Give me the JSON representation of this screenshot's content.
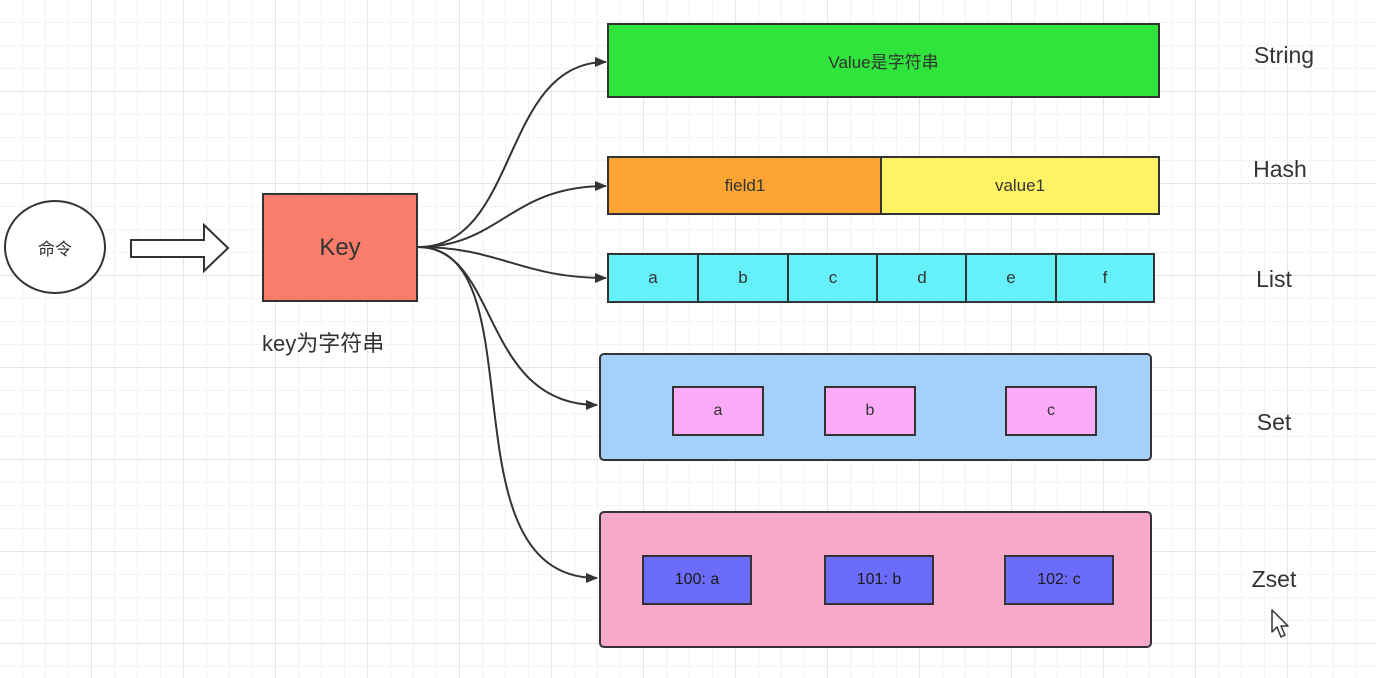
{
  "command": {
    "label": "命令"
  },
  "key": {
    "label": "Key",
    "caption": "key为字符串"
  },
  "string": {
    "value_label": "Value是字符串",
    "type_label": "String"
  },
  "hash": {
    "field_label": "field1",
    "value_label": "value1",
    "type_label": "Hash"
  },
  "list": {
    "items": [
      "a",
      "b",
      "c",
      "d",
      "e",
      "f"
    ],
    "type_label": "List"
  },
  "set": {
    "items": [
      "a",
      "b",
      "c"
    ],
    "type_label": "Set"
  },
  "zset": {
    "items": [
      "100: a",
      "101: b",
      "102: c"
    ],
    "type_label": "Zset"
  },
  "colors": {
    "key": "#fa7c6b",
    "string": "#2fe43a",
    "hash_field": "#fca532",
    "hash_value": "#fff363",
    "list": "#66f1fa",
    "set_container": "#a5d0fc",
    "set_item": "#fcabf8",
    "zset_container": "#f8a8c9",
    "zset_item": "#6b6dfa"
  }
}
